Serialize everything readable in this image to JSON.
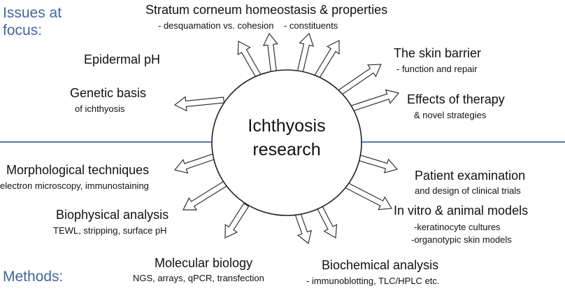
{
  "section_labels": {
    "issues": [
      "Issues at",
      "focus:"
    ],
    "methods": "Methods:"
  },
  "center": {
    "line1": "Ichthyosis",
    "line2": "research"
  },
  "issues": [
    {
      "main": "Stratum corneum homeostasis & properties",
      "sub": "- desquamation vs. cohesion    - constituents"
    },
    {
      "main": "Epidermal pH"
    },
    {
      "main": "The skin barrier",
      "sub": "- function and repair"
    },
    {
      "main": "Genetic basis",
      "sub": "of ichthyosis"
    },
    {
      "main": "Effects of therapy",
      "sub": "& novel strategies"
    }
  ],
  "methods": [
    {
      "main": "Morphological techniques",
      "sub": "electron microscopy, immunostaining"
    },
    {
      "main": "Patient examination",
      "sub": "and design of clinical trials"
    },
    {
      "main": "Biophysical analysis",
      "sub": "TEWL, stripping, surface pH"
    },
    {
      "main": "In vitro & animal models",
      "sub": "-keratinocyte cultures",
      "sub2": "-organotypic skin models"
    },
    {
      "main": "Molecular biology",
      "sub": "NGS, arrays, qPCR, transfection"
    },
    {
      "main": "Biochemical analysis",
      "sub": "- immunoblotting, TLC/HPLC etc."
    }
  ],
  "colors": {
    "accent": "#3d66a6",
    "divider": "#4f7bbd",
    "ink": "#111111"
  }
}
